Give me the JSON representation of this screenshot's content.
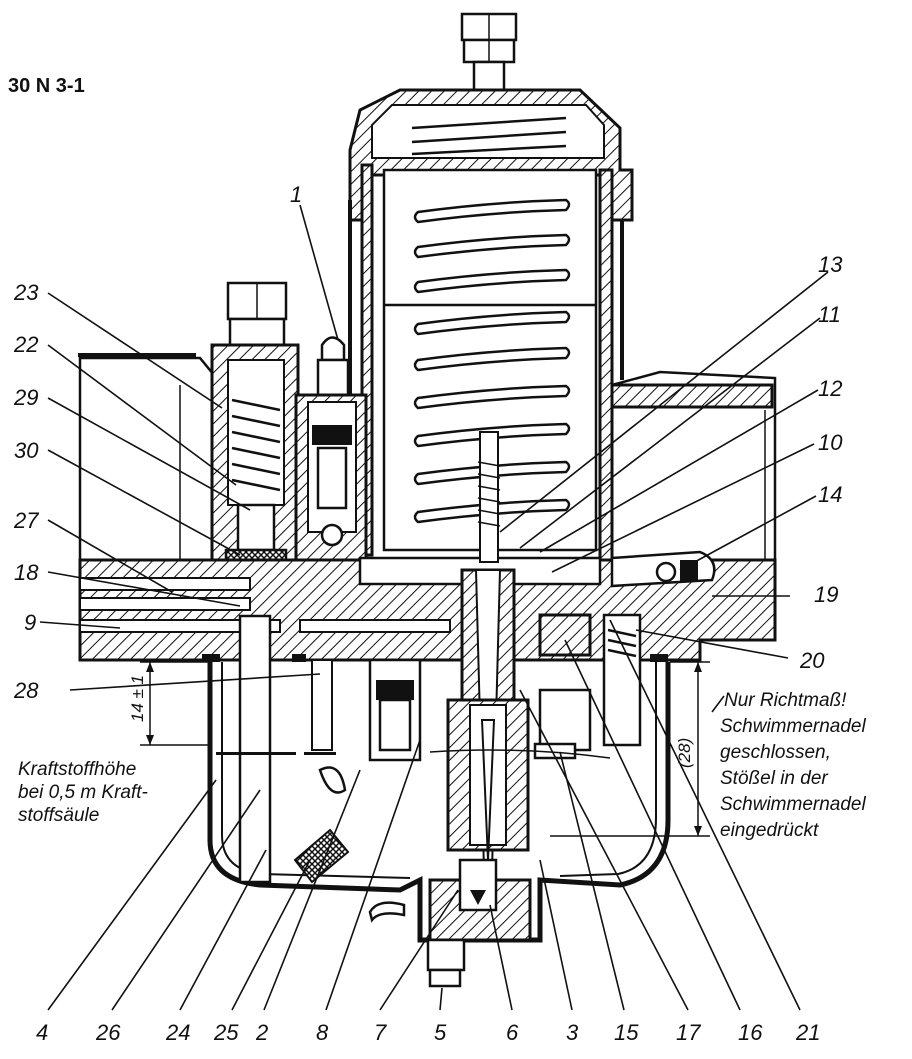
{
  "drawing_code": "30 N 3-1",
  "notes": {
    "fuel_height_lines": [
      "Kraftstoffhöhe",
      "bei 0,5 m Kraft-",
      "stoffsäule"
    ],
    "reference_lines": [
      "Nur Richtmaß!",
      "Schwimmernadel",
      "geschlossen,",
      "Stößel in der",
      "Schwimmernadel",
      "eingedrückt"
    ]
  },
  "dimensions": {
    "fuel_level": "14 ± 1",
    "float_reference": "(28)"
  },
  "callouts": [
    {
      "id": "1",
      "label": "1"
    },
    {
      "id": "23",
      "label": "23"
    },
    {
      "id": "22",
      "label": "22"
    },
    {
      "id": "29",
      "label": "29"
    },
    {
      "id": "30",
      "label": "30"
    },
    {
      "id": "27",
      "label": "27"
    },
    {
      "id": "18",
      "label": "18"
    },
    {
      "id": "9",
      "label": "9"
    },
    {
      "id": "28",
      "label": "28"
    },
    {
      "id": "13",
      "label": "13"
    },
    {
      "id": "11",
      "label": "11"
    },
    {
      "id": "12",
      "label": "12"
    },
    {
      "id": "10",
      "label": "10"
    },
    {
      "id": "14",
      "label": "14"
    },
    {
      "id": "19",
      "label": "19"
    },
    {
      "id": "20",
      "label": "20"
    },
    {
      "id": "4",
      "label": "4"
    },
    {
      "id": "26",
      "label": "26"
    },
    {
      "id": "24",
      "label": "24"
    },
    {
      "id": "25",
      "label": "25"
    },
    {
      "id": "2",
      "label": "2"
    },
    {
      "id": "8",
      "label": "8"
    },
    {
      "id": "7",
      "label": "7"
    },
    {
      "id": "5",
      "label": "5"
    },
    {
      "id": "6",
      "label": "6"
    },
    {
      "id": "3",
      "label": "3"
    },
    {
      "id": "15",
      "label": "15"
    },
    {
      "id": "17",
      "label": "17"
    },
    {
      "id": "16",
      "label": "16"
    },
    {
      "id": "21",
      "label": "21"
    }
  ]
}
